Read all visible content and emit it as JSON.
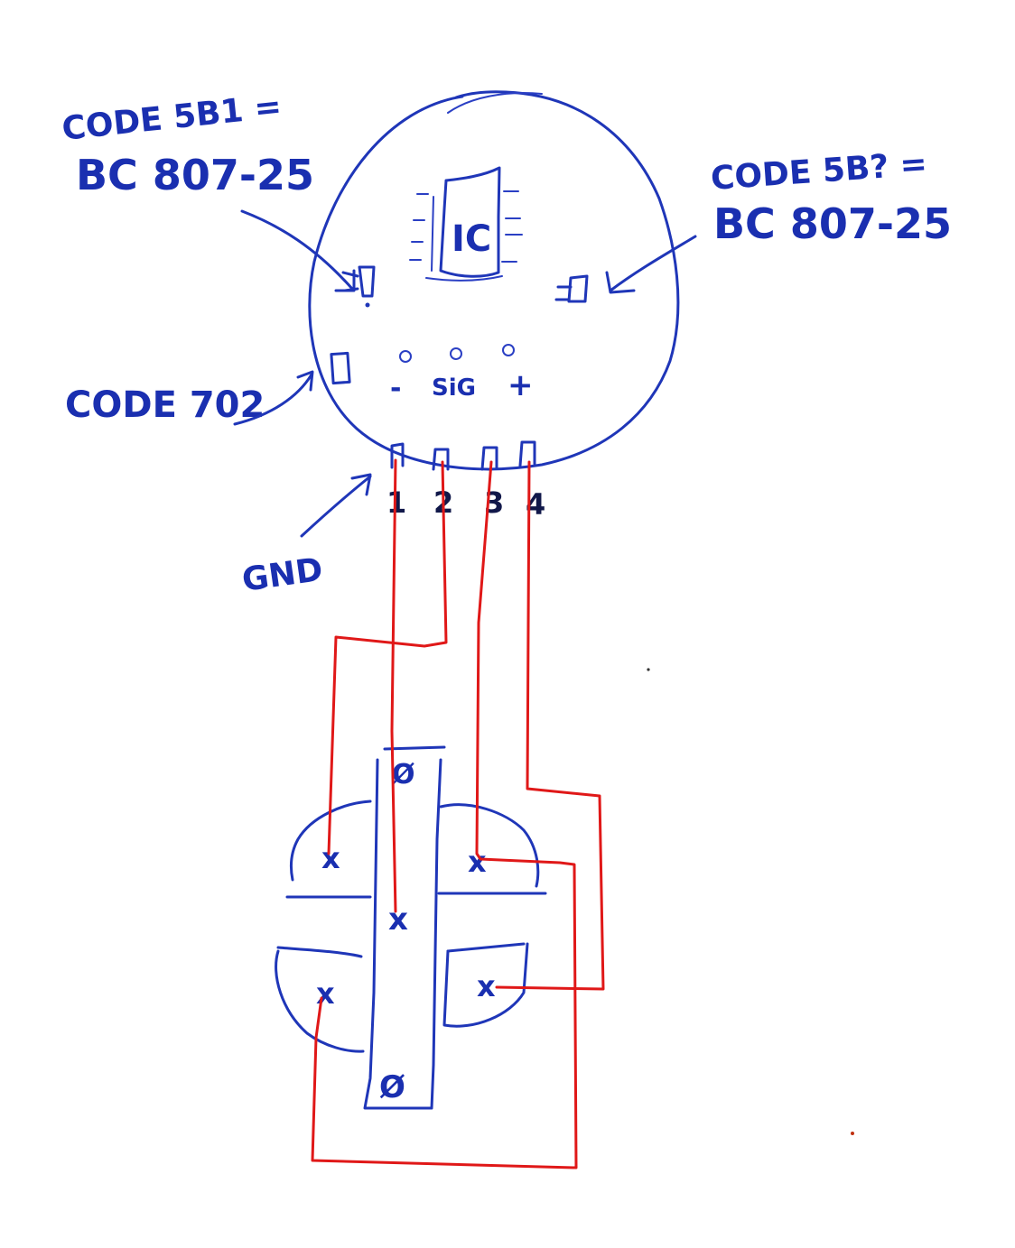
{
  "labels": {
    "left_code": "CODE 5B1 =",
    "left_part": "BC 807-25",
    "right_code": "CODE 5B? =",
    "right_part": "BC 807-25",
    "diode_code": "CODE 702",
    "gnd": "GND",
    "ic": "IC",
    "minus": "-",
    "sig": "SiG",
    "plus": "+"
  },
  "pins": [
    "1",
    "2",
    "3",
    "4"
  ],
  "connector": {
    "top_mark": "Ø",
    "bottom_mark": "Ø",
    "cross": "x"
  },
  "colors": {
    "ink_blue": "#1f36b8",
    "wire_red": "#e01818",
    "paper": "#ffffff"
  }
}
